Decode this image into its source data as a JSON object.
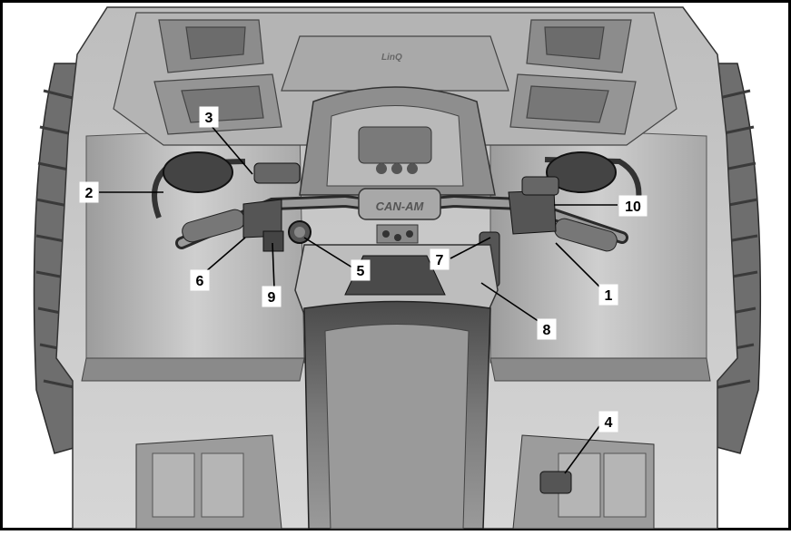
{
  "figure": {
    "brand_logo": "CAN-AM",
    "rack_logo": "LinQ",
    "colors": {
      "background": "#ffffff",
      "frame": "#000000",
      "body_light": "#c8c8c8",
      "body_mid": "#a6a6a6",
      "body_dark": "#5a5a5a",
      "tire": "#6e6e6e"
    }
  },
  "callouts": [
    {
      "id": "callout-1",
      "label": "1"
    },
    {
      "id": "callout-2",
      "label": "2"
    },
    {
      "id": "callout-3",
      "label": "3"
    },
    {
      "id": "callout-4",
      "label": "4"
    },
    {
      "id": "callout-5",
      "label": "5"
    },
    {
      "id": "callout-6",
      "label": "6"
    },
    {
      "id": "callout-7",
      "label": "7"
    },
    {
      "id": "callout-8",
      "label": "8"
    },
    {
      "id": "callout-9",
      "label": "9"
    },
    {
      "id": "callout-10",
      "label": "10"
    }
  ]
}
